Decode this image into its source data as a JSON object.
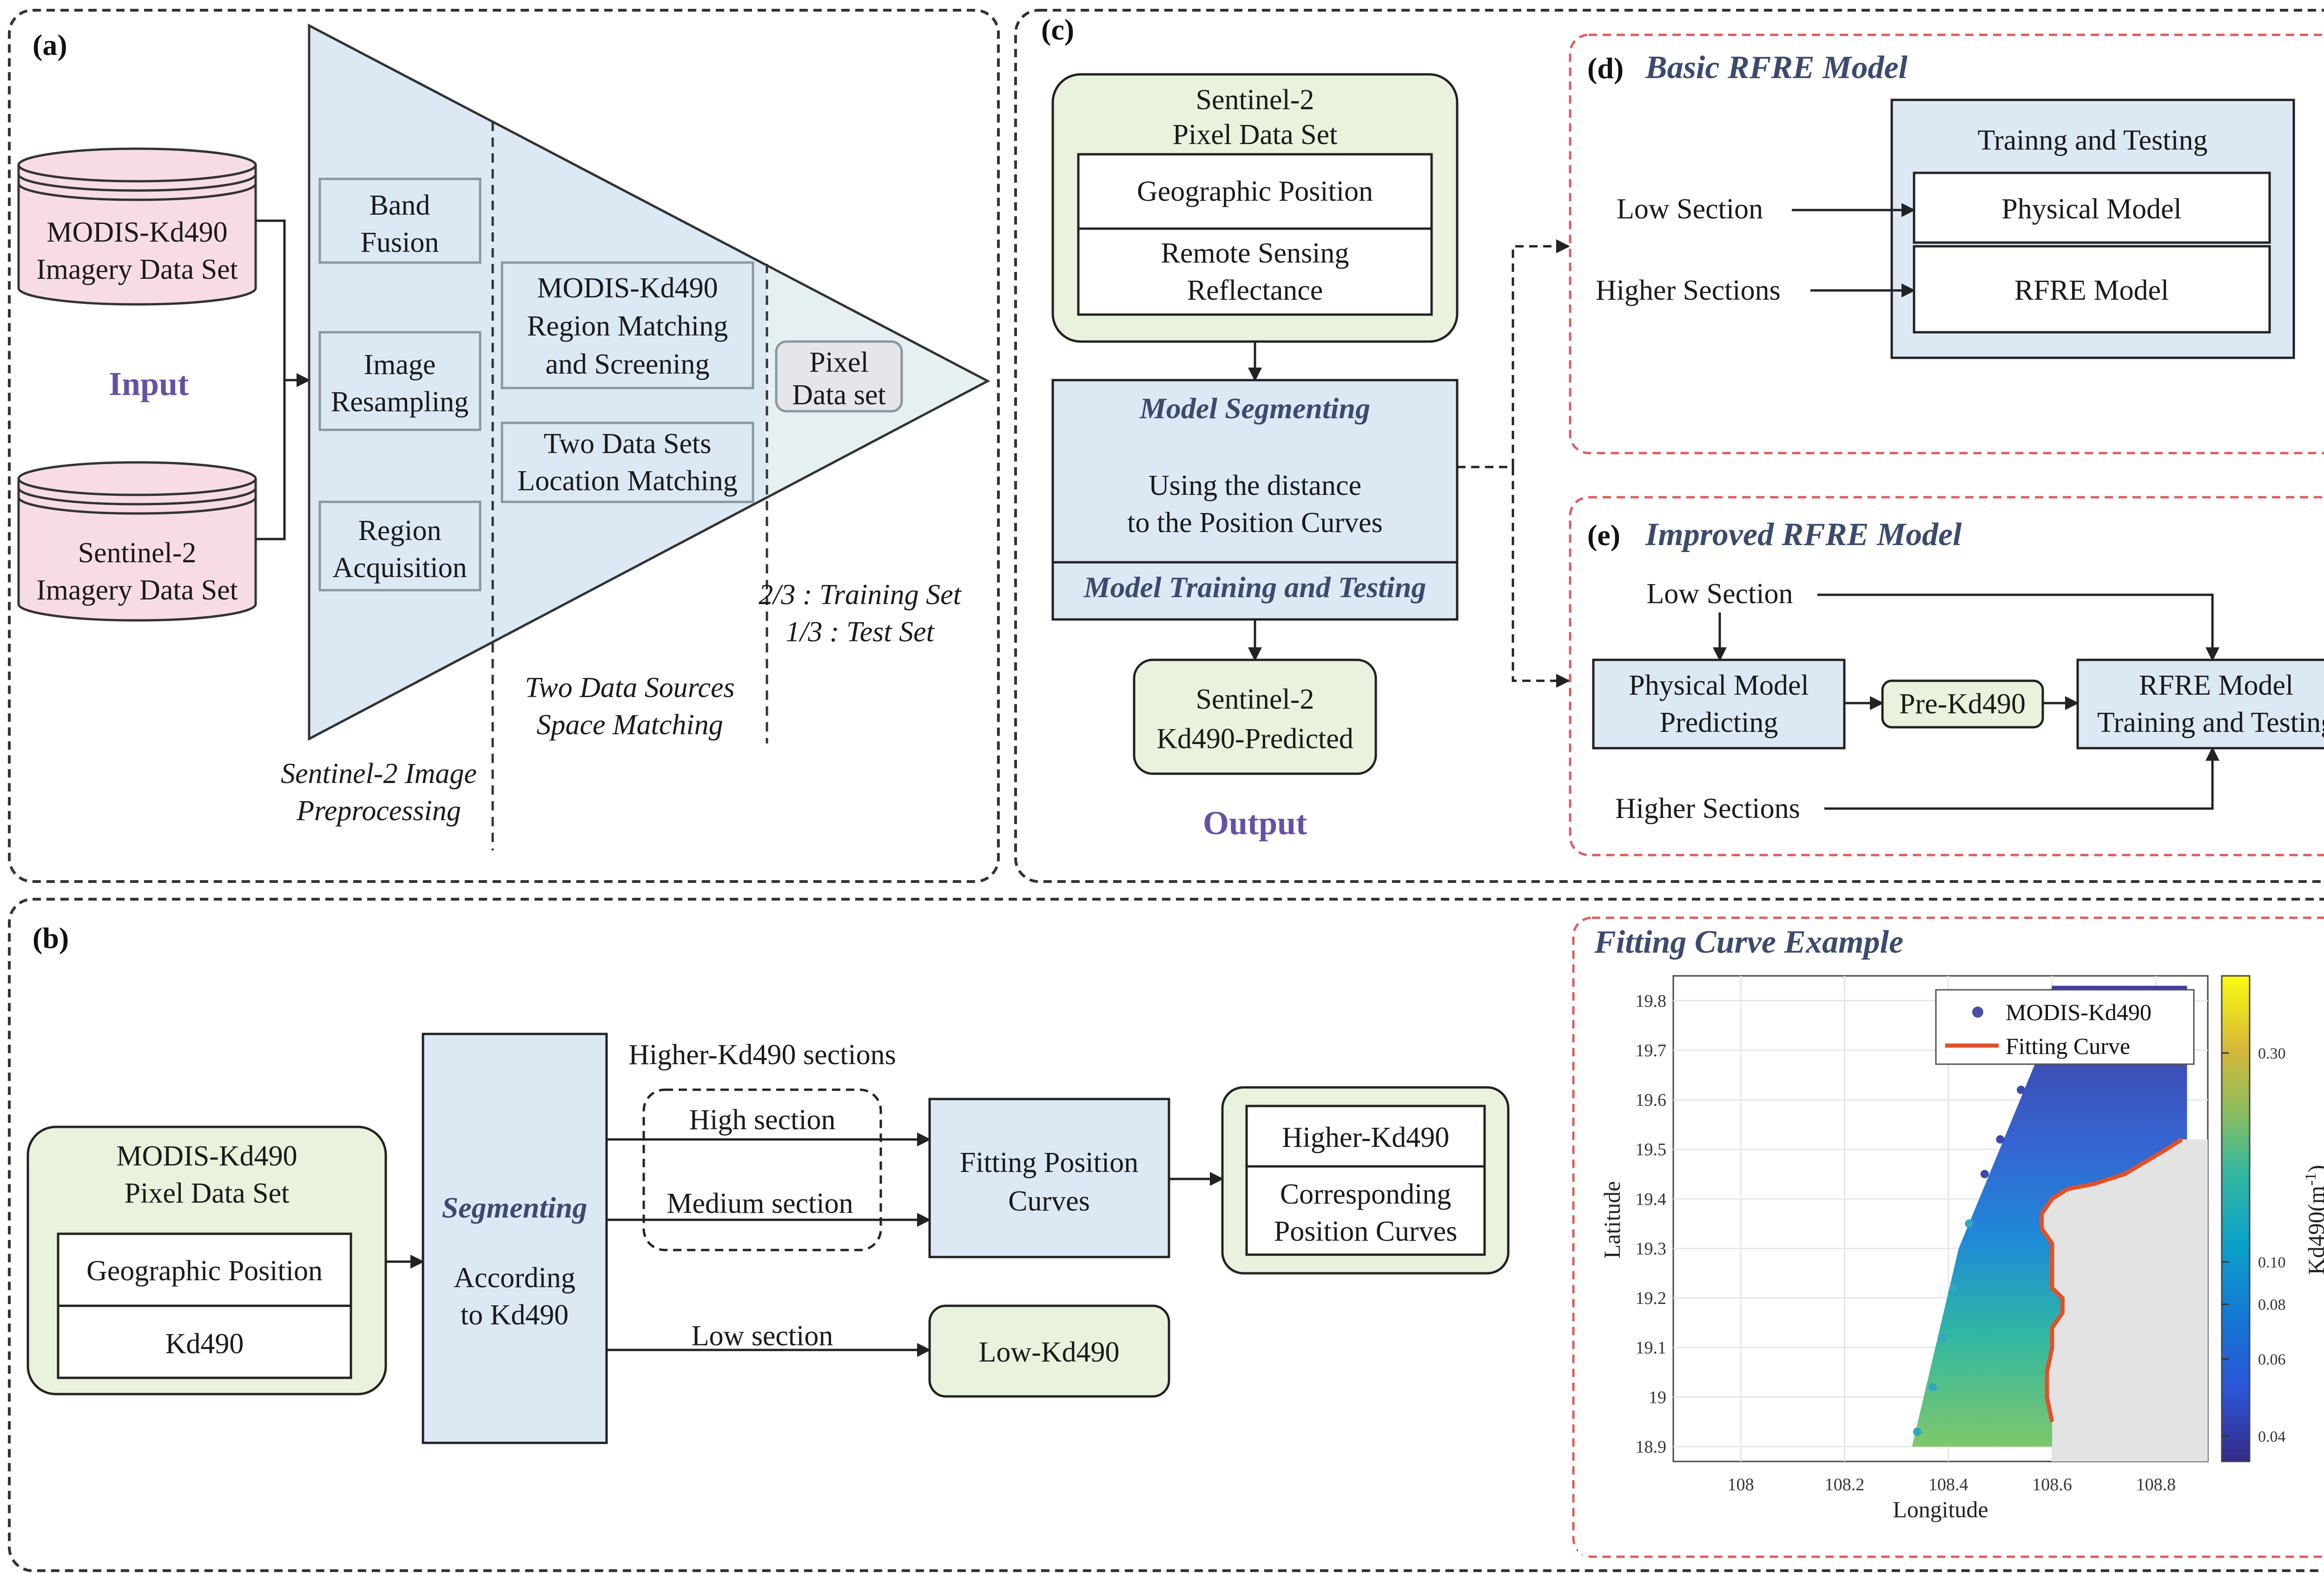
{
  "panels": {
    "a": "(a)",
    "b": "(b)",
    "c": "(c)",
    "d": "(d)",
    "e": "(e)"
  },
  "panel_a": {
    "modis_db": [
      "MODIS-Kd490",
      "Imagery Data Set"
    ],
    "s2_db": [
      "Sentinel-2",
      "Imagery Data Set"
    ],
    "input": "Input",
    "band_fusion": [
      "Band",
      "Fusion"
    ],
    "image_resampling": [
      "Image",
      "Resampling"
    ],
    "region_acquisition": [
      "Region",
      "Acquisition"
    ],
    "modis_region": [
      "MODIS-Kd490",
      "Region Matching",
      "and Screening"
    ],
    "two_data_sets": [
      "Two Data Sets",
      "Location Matching"
    ],
    "pixel_data_set": [
      "Pixel",
      "Data set"
    ],
    "split": [
      "2/3 : Training Set",
      "1/3 : Test Set"
    ],
    "two_sources": [
      "Two Data Sources",
      "Space Matching"
    ],
    "preprocessing": [
      "Sentinel-2 Image",
      "Preprocessing"
    ]
  },
  "panel_c": {
    "s2_pixel": [
      "Sentinel-2",
      "Pixel Data Set"
    ],
    "geo_position": "Geographic Position",
    "reflectance": [
      "Remote Sensing",
      "Reflectance"
    ],
    "model_segmenting": "Model Segmenting",
    "using_distance": [
      "Using the distance",
      "to the Position Curves"
    ],
    "model_training": "Model  Training and Testing",
    "predicted": [
      "Sentinel-2",
      "Kd490-Predicted"
    ],
    "output": "Output"
  },
  "panel_d": {
    "title": "Basic RFRE Model",
    "training_testing": "Trainng and Testing",
    "physical_model": "Physical Model",
    "rfre_model": "RFRE Model",
    "low_section": "Low Section",
    "higher_sections": "Higher Sections"
  },
  "panel_e": {
    "title": "Improved RFRE Model",
    "low_section": "Low Section",
    "physical_predicting": [
      "Physical Model",
      "Predicting"
    ],
    "pre_kd490": "Pre-Kd490",
    "rfre_training": [
      "RFRE Model",
      "Training and Testing"
    ],
    "higher_sections": "Higher Sections"
  },
  "panel_b": {
    "modis_pixel": [
      "MODIS-Kd490",
      "Pixel Data Set"
    ],
    "geo_position": "Geographic Position",
    "kd490": "Kd490",
    "segmenting": "Segmenting",
    "according": [
      "According",
      "to Kd490"
    ],
    "higher_sections": "Higher-Kd490 sections",
    "high_section": "High section",
    "medium_section": "Medium section",
    "low_section": "Low section",
    "fitting_curves": [
      "Fitting Position",
      "Curves"
    ],
    "higher_kd490": "Higher-Kd490",
    "corresponding": [
      "Corresponding",
      "Position Curves"
    ],
    "low_kd490": "Low-Kd490"
  },
  "fitting_example": {
    "title": "Fitting Curve Example"
  },
  "colors": {
    "blue_fill": "#dde8f5",
    "green_fill": "#e8f2dc",
    "pink_db": "#f7dce6",
    "red_dashed": "#e05a5a",
    "fitting_curve": "#e0512a",
    "modis_points": "#4a4fa6"
  },
  "chart_data": {
    "type": "scatter",
    "title": "Fitting Curve Example",
    "xlabel": "Longitude",
    "ylabel": "Latitude",
    "xlim": [
      107.87,
      108.9
    ],
    "ylim": [
      18.87,
      19.85
    ],
    "xticks": [
      "108",
      "108.2",
      "108.4",
      "108.6",
      "108.8"
    ],
    "yticks": [
      "18.9",
      "19",
      "19.1",
      "19.2",
      "19.3",
      "19.4",
      "19.5",
      "19.6",
      "19.7",
      "19.8"
    ],
    "legend": [
      "MODIS-Kd490",
      "Fitting Curve"
    ],
    "legend_position": "top-right",
    "grid": true,
    "colorbar": {
      "label": "Kd490(m",
      "label_sup": "-1",
      "label_end": ")",
      "ticks": [
        "0.30",
        "0.10",
        "0.08",
        "0.06",
        "0.04"
      ],
      "colormap": "parula"
    },
    "series": [
      {
        "name": "Fitting Curve",
        "x": [
          108.6,
          108.59,
          108.59,
          108.6,
          108.6,
          108.62,
          108.62,
          108.6,
          108.6,
          108.6,
          108.6,
          108.58,
          108.58,
          108.6,
          108.63,
          108.68,
          108.74,
          108.82,
          108.85
        ],
        "y": [
          18.95,
          19.0,
          19.05,
          19.1,
          19.14,
          19.17,
          19.2,
          19.22,
          19.25,
          19.28,
          19.31,
          19.34,
          19.37,
          19.4,
          19.42,
          19.43,
          19.45,
          19.5,
          19.52
        ]
      }
    ]
  }
}
